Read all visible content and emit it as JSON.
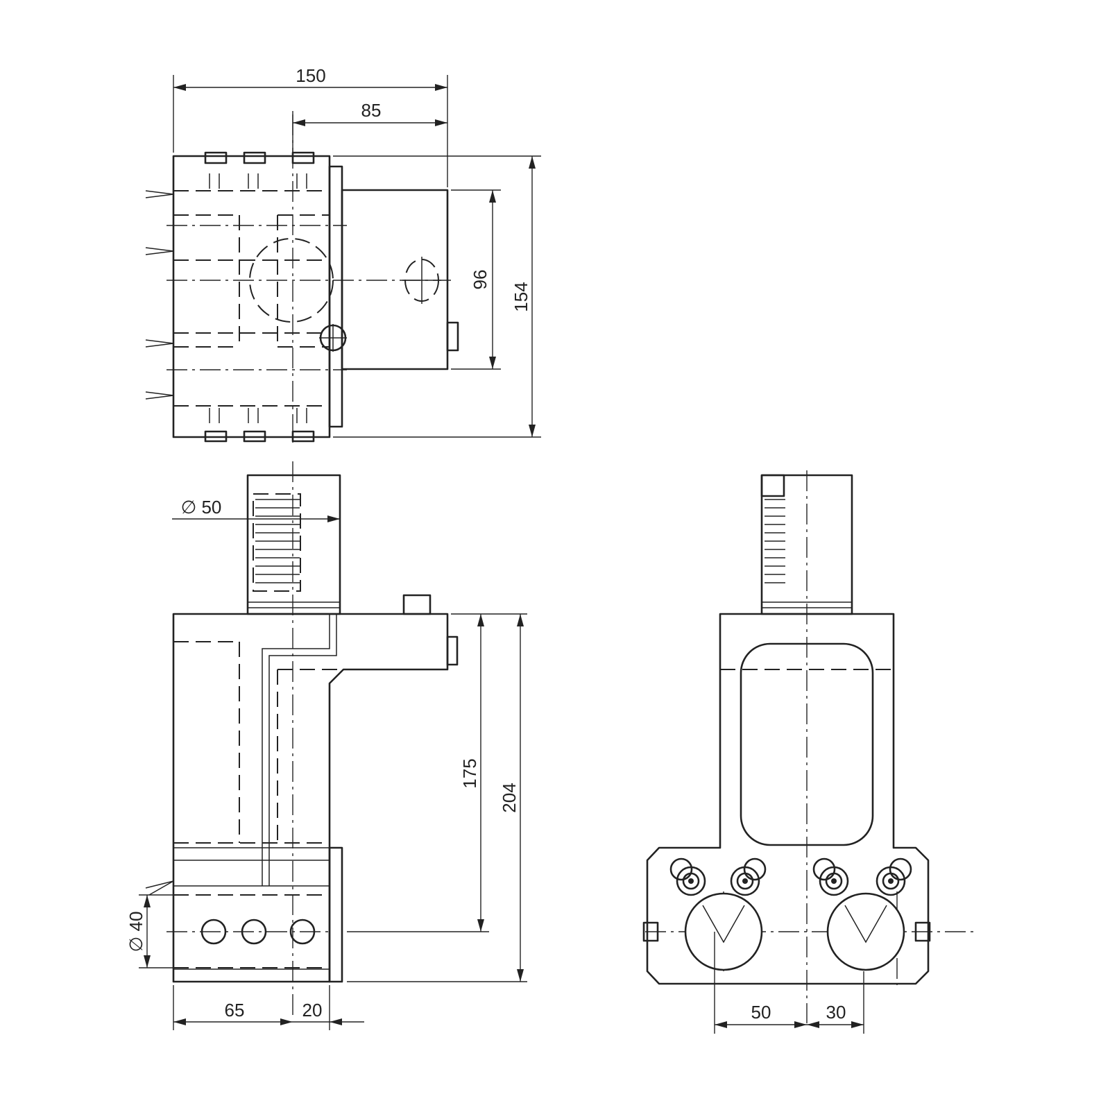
{
  "dimensions": {
    "top_total_width": "150",
    "top_offset_width": "85",
    "top_inner_height": "96",
    "top_total_height": "154",
    "shank_diameter": "∅ 50",
    "front_inner_height": "175",
    "front_total_height": "204",
    "tool_diameter": "∅ 40",
    "front_left_width": "65",
    "front_right_width": "20",
    "side_left_spacing": "50",
    "side_right_spacing": "30"
  }
}
